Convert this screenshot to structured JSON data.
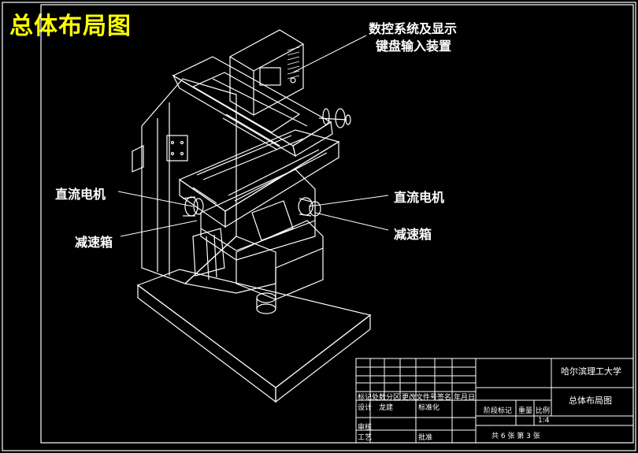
{
  "title": "总体布局图",
  "callouts": {
    "cnc_system": [
      "数控系统及显示",
      "键盘输入装置"
    ],
    "dc_motor_left": "直流电机",
    "gearbox_left": "减速箱",
    "dc_motor_right": "直流电机",
    "gearbox_right": "减速箱"
  },
  "title_block": {
    "school": "哈尔滨理工大学",
    "drawing_name": "总体布局图",
    "headers": [
      "标记",
      "处数",
      "分区",
      "更改文件号",
      "签名",
      "年月日"
    ],
    "row_design": [
      "设计",
      "龙建",
      "标准化"
    ],
    "row_review": "审核",
    "row_process": [
      "工艺",
      "批准"
    ],
    "stage_label": "阶段标记",
    "weight_label": "重量",
    "scale_label": "比例",
    "scale_value": "1:4",
    "sheets": "共 6 张  第 3 张"
  },
  "colors": {
    "title": "#ffff00",
    "lines": "#ffffff",
    "background": "#000000"
  }
}
